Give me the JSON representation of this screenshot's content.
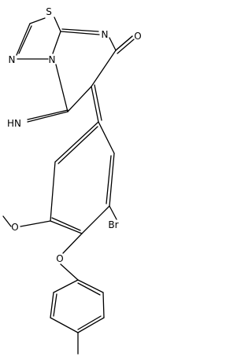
{
  "molecule": {
    "atom_labels": {
      "sulfur": "S",
      "ring_nitrogen_top": "N",
      "ring_nitrogen_left": "N",
      "ring_nitrogen_bridge": "N",
      "carbonyl_oxygen": "O",
      "imine": "HN",
      "methoxy_oxygen": "O",
      "bromine": "Br",
      "ether_oxygen": "O"
    },
    "colors": {
      "bond": "#000000",
      "label": "#000000",
      "background": "#ffffff"
    }
  }
}
